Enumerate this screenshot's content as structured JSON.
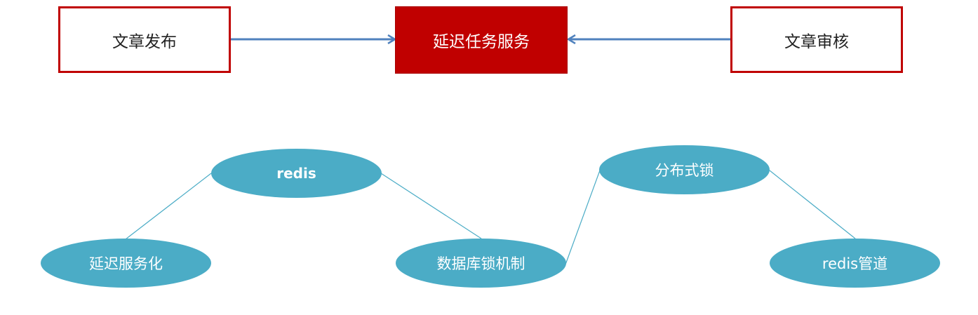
{
  "top_row": {
    "publish": "文章发布",
    "delay_service": "延迟任务服务",
    "review": "文章审核"
  },
  "nodes": {
    "delay_servicify": "延迟服务化",
    "redis": "redis",
    "db_lock": "数据库锁机制",
    "distributed_lock": "分布式锁",
    "redis_pipeline": "redis管道"
  },
  "colors": {
    "box_border": "#c00000",
    "box_fill": "#c00000",
    "arrow": "#4f81bd",
    "ellipse_fill": "#4bacc6",
    "connector": "#4bacc6"
  }
}
